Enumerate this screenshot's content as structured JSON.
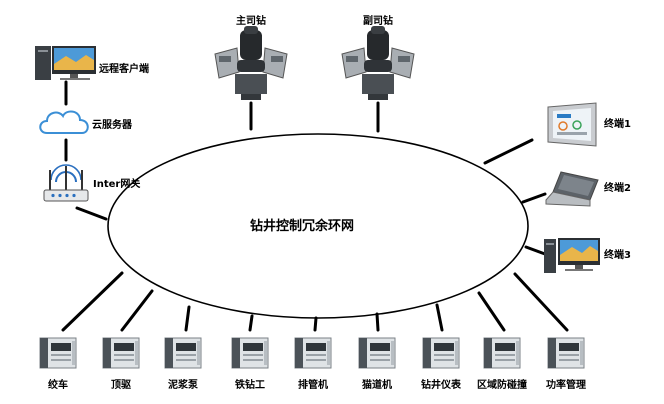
{
  "ring": {
    "label": "钻井控制冗余环网"
  },
  "chairs": [
    {
      "label": "主司钻"
    },
    {
      "label": "副司钻"
    }
  ],
  "left_chain": [
    {
      "label": "远程客户端",
      "icon": "desktop-computer-icon"
    },
    {
      "label": "云服务器",
      "icon": "cloud-icon"
    },
    {
      "label": "Inter网关",
      "icon": "wifi-router-icon"
    }
  ],
  "terminals": [
    {
      "label": "终端1",
      "icon": "touch-panel-icon"
    },
    {
      "label": "终端2",
      "icon": "laptop-icon"
    },
    {
      "label": "终端3",
      "icon": "desktop-computer-icon"
    }
  ],
  "plcs": [
    {
      "label": "绞车"
    },
    {
      "label": "顶驱"
    },
    {
      "label": "泥浆泵"
    },
    {
      "label": "铁钻工"
    },
    {
      "label": "排管机"
    },
    {
      "label": "猫道机"
    },
    {
      "label": "钻井仪表"
    },
    {
      "label": "区域防碰撞"
    },
    {
      "label": "功率管理"
    }
  ],
  "colors": {
    "line": "#000000",
    "plc_body": "#dfe3e6",
    "plc_dark": "#4b5258",
    "cloud": "#3b8fd6",
    "screen": "#2a7bc4"
  }
}
